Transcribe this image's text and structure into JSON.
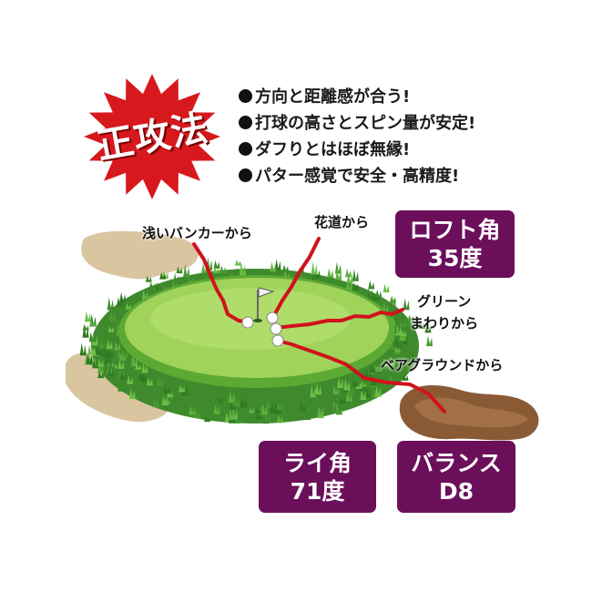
{
  "burst": {
    "text": "正攻法",
    "colors": {
      "fill": "#d7191e",
      "outline": "#ffffff"
    }
  },
  "bullets": [
    "方向と距離感が合う!",
    "打球の高さとスピン量が安定!",
    "ダフりとはほぼ無縁!",
    "パター感覚で安全・高精度!"
  ],
  "callouts": {
    "shallow_bunker": "浅いバンカーから",
    "fairway": "花道から",
    "around_green_1": "グリーン",
    "around_green_2": "まわりから",
    "bare_ground": "ベアグラウンドから"
  },
  "specs": {
    "loft": {
      "line1": "ロフト角",
      "line2": "35度"
    },
    "lie": {
      "line1": "ライ角",
      "line2": "71度"
    },
    "balance": {
      "line1": "バランス",
      "line2": "D8"
    }
  },
  "icons": [
    "flag-icon",
    "ball-icon",
    "bunker-icon",
    "bare-ground-icon"
  ],
  "colors": {
    "spec_box": "#6b0f5b",
    "shot_line": "#d0121b",
    "green": "#7cc242",
    "rough": "#3f8a2c",
    "sand": "#d9c5a0",
    "dirt": "#8a5a34"
  }
}
